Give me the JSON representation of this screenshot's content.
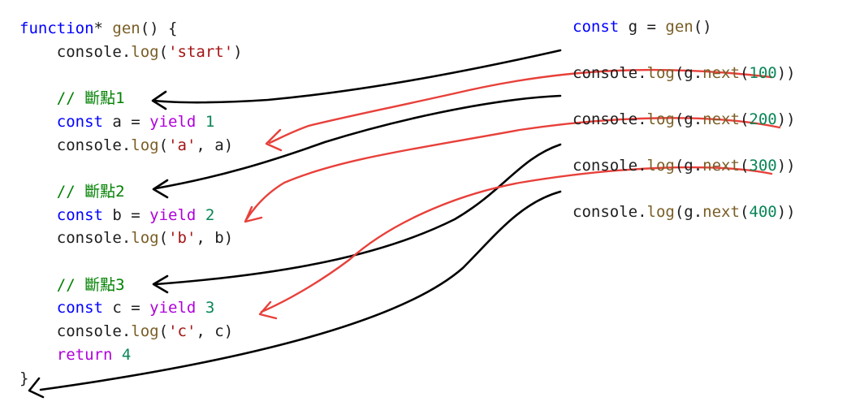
{
  "colors": {
    "keyword": "#0000ff",
    "keyword_control": "#af00db",
    "function_name": "#795e26",
    "string": "#a31515",
    "number": "#098658",
    "comment": "#008000",
    "text": "#1e1e1e",
    "arrow_black": "#000000",
    "arrow_red": "#e8403a"
  },
  "left_code": [
    [
      [
        "kw",
        "function"
      ],
      [
        "plain",
        "* "
      ],
      [
        "fn",
        "gen"
      ],
      [
        "plain",
        "() {"
      ]
    ],
    [
      [
        "plain",
        "    console."
      ],
      [
        "fn",
        "log"
      ],
      [
        "plain",
        "("
      ],
      [
        "str",
        "'start'"
      ],
      [
        "plain",
        ")"
      ]
    ],
    [],
    [
      [
        "plain",
        "    "
      ],
      [
        "cm",
        "// 斷點1"
      ]
    ],
    [
      [
        "plain",
        "    "
      ],
      [
        "kw",
        "const"
      ],
      [
        "plain",
        " a = "
      ],
      [
        "kw2",
        "yield"
      ],
      [
        "plain",
        " "
      ],
      [
        "num",
        "1"
      ]
    ],
    [
      [
        "plain",
        "    console."
      ],
      [
        "fn",
        "log"
      ],
      [
        "plain",
        "("
      ],
      [
        "str",
        "'a'"
      ],
      [
        "plain",
        ", a)"
      ]
    ],
    [],
    [
      [
        "plain",
        "    "
      ],
      [
        "cm",
        "// 斷點2"
      ]
    ],
    [
      [
        "plain",
        "    "
      ],
      [
        "kw",
        "const"
      ],
      [
        "plain",
        " b = "
      ],
      [
        "kw2",
        "yield"
      ],
      [
        "plain",
        " "
      ],
      [
        "num",
        "2"
      ]
    ],
    [
      [
        "plain",
        "    console."
      ],
      [
        "fn",
        "log"
      ],
      [
        "plain",
        "("
      ],
      [
        "str",
        "'b'"
      ],
      [
        "plain",
        ", b)"
      ]
    ],
    [],
    [
      [
        "plain",
        "    "
      ],
      [
        "cm",
        "// 斷點3"
      ]
    ],
    [
      [
        "plain",
        "    "
      ],
      [
        "kw",
        "const"
      ],
      [
        "plain",
        " c = "
      ],
      [
        "kw2",
        "yield"
      ],
      [
        "plain",
        " "
      ],
      [
        "num",
        "3"
      ]
    ],
    [
      [
        "plain",
        "    console."
      ],
      [
        "fn",
        "log"
      ],
      [
        "plain",
        "("
      ],
      [
        "str",
        "'c'"
      ],
      [
        "plain",
        ", c)"
      ]
    ],
    [
      [
        "plain",
        "    "
      ],
      [
        "kw2",
        "return"
      ],
      [
        "plain",
        " "
      ],
      [
        "num",
        "4"
      ]
    ],
    [
      [
        "plain",
        "}"
      ]
    ]
  ],
  "right_code": [
    [
      [
        "kw",
        "const"
      ],
      [
        "plain",
        " g = "
      ],
      [
        "fn",
        "gen"
      ],
      [
        "plain",
        "()"
      ]
    ],
    [
      [
        "plain",
        "console."
      ],
      [
        "fn",
        "log"
      ],
      [
        "plain",
        "(g."
      ],
      [
        "fn",
        "next"
      ],
      [
        "plain",
        "("
      ],
      [
        "num",
        "100"
      ],
      [
        "plain",
        "))"
      ]
    ],
    [
      [
        "plain",
        "console."
      ],
      [
        "fn",
        "log"
      ],
      [
        "plain",
        "(g."
      ],
      [
        "fn",
        "next"
      ],
      [
        "plain",
        "("
      ],
      [
        "num",
        "200"
      ],
      [
        "plain",
        "))"
      ]
    ],
    [
      [
        "plain",
        "console."
      ],
      [
        "fn",
        "log"
      ],
      [
        "plain",
        "(g."
      ],
      [
        "fn",
        "next"
      ],
      [
        "plain",
        "("
      ],
      [
        "num",
        "300"
      ],
      [
        "plain",
        "))"
      ]
    ],
    [
      [
        "plain",
        "console."
      ],
      [
        "fn",
        "log"
      ],
      [
        "plain",
        "(g."
      ],
      [
        "fn",
        "next"
      ],
      [
        "plain",
        "("
      ],
      [
        "num",
        "400"
      ],
      [
        "plain",
        "))"
      ]
    ]
  ]
}
